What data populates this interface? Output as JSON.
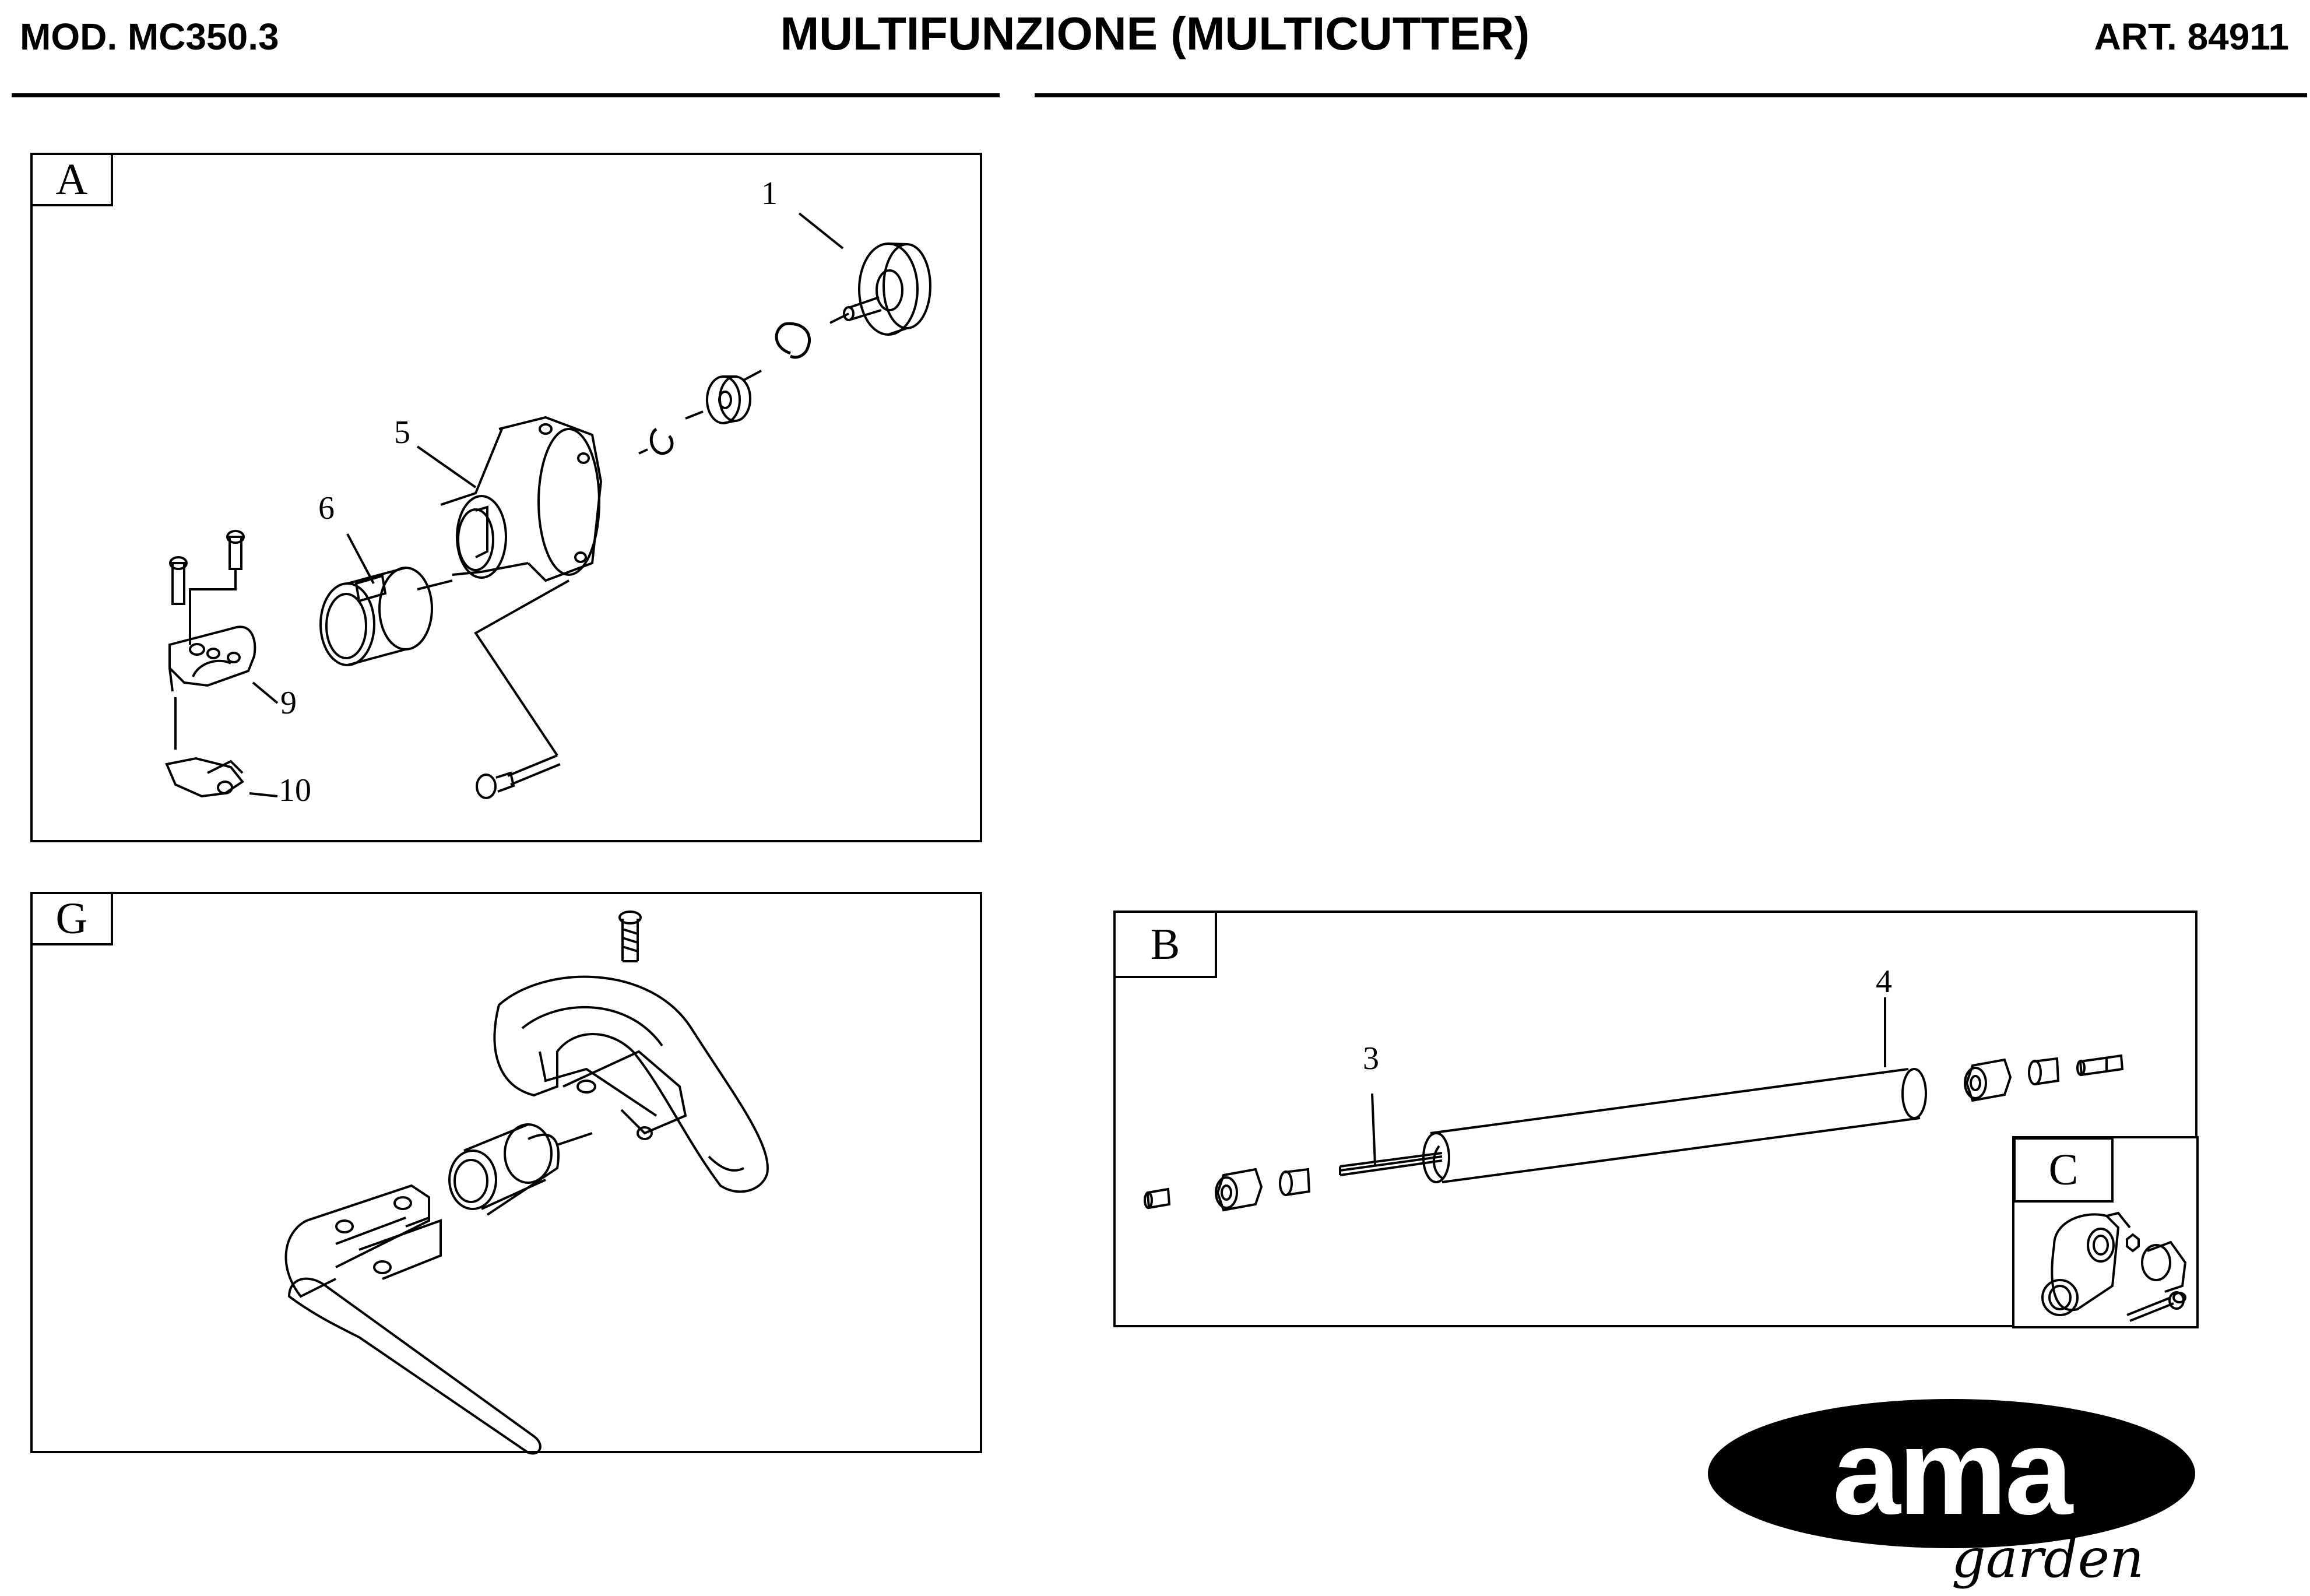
{
  "header": {
    "model": "MOD. MC350.3",
    "title": "MULTIFUNZIONE (MULTICUTTER)",
    "article": "ART. 84911"
  },
  "panels": {
    "A": {
      "tag": "A",
      "callouts": [
        "1",
        "5",
        "6",
        "9",
        "10"
      ]
    },
    "G": {
      "tag": "G"
    },
    "B": {
      "tag": "B",
      "callouts": [
        "3",
        "4"
      ]
    },
    "C": {
      "tag": "C"
    }
  },
  "logo": {
    "wordmark": "ama",
    "subtitle": "garden"
  }
}
